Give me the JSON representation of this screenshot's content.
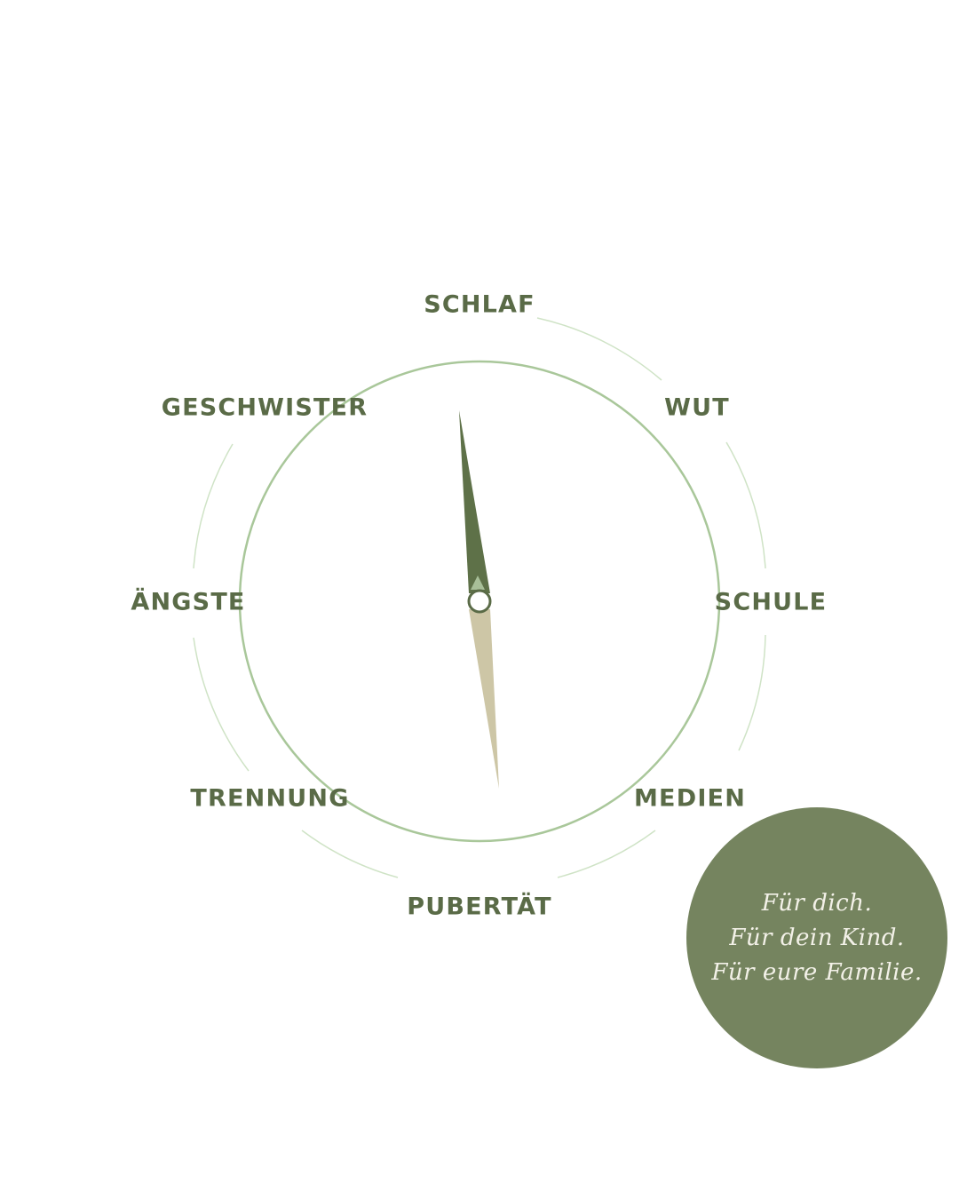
{
  "compass": {
    "topics": [
      "SCHLAF",
      "WUT",
      "SCHULE",
      "MEDIEN",
      "PUBERTÄT",
      "TRENNUNG",
      "ÄNGSTE",
      "GESCHWISTER"
    ],
    "colors": {
      "label": "#5a6b47",
      "ring": "#a9c79a",
      "outer_arc": "#cfe3c6",
      "needle_north": "#5e7148",
      "needle_south": "#cdc6a6",
      "hub_stroke": "#5a6b47"
    }
  },
  "badge": {
    "lines": [
      "Für dich.",
      "Für dein Kind.",
      "Für eure Familie."
    ],
    "color": "#75845f",
    "text_color": "#f3f1e8"
  }
}
